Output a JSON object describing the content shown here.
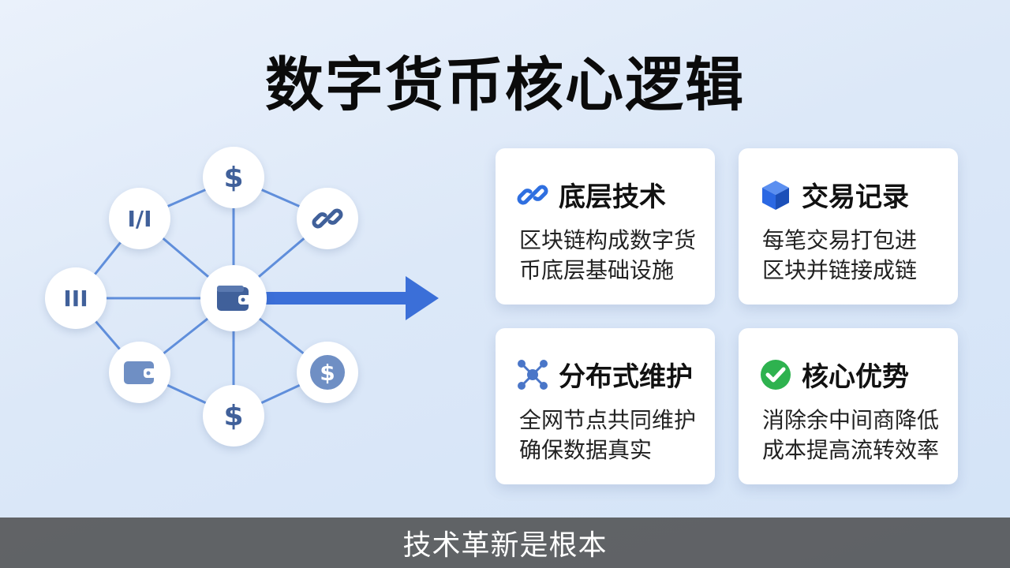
{
  "title": "数字货币核心逻辑",
  "network": {
    "nodes": [
      {
        "id": "top",
        "icon": "dollar-icon",
        "label": "$"
      },
      {
        "id": "upper-left",
        "icon": "tally-icon",
        "label": "Ⅰ/Ⅰ"
      },
      {
        "id": "upper-right",
        "icon": "chain-link-icon",
        "label": ""
      },
      {
        "id": "left",
        "icon": "ledger-icon",
        "label": "ⅠⅠⅠ"
      },
      {
        "id": "center",
        "icon": "wallet-icon",
        "label": ""
      },
      {
        "id": "lower-left",
        "icon": "wallet-icon",
        "label": ""
      },
      {
        "id": "lower-right",
        "icon": "coin-icon",
        "label": "$"
      },
      {
        "id": "bottom",
        "icon": "dollar-icon",
        "label": "$"
      }
    ],
    "arrow_icon": "arrow-right-icon",
    "line_color": "#4a7fd6",
    "arrow_color": "#3b6fd8"
  },
  "cards": [
    {
      "id": "tech",
      "icon": "chain-link-icon",
      "icon_color": "#2f6fe0",
      "title": "底层技术",
      "lines": [
        "区块链构成数字货",
        "币底层基础设施"
      ]
    },
    {
      "id": "record",
      "icon": "cube-icon",
      "icon_color": "#2b68e3",
      "title": "交易记录",
      "lines": [
        "每笔交易打包进",
        "区块并链接成链"
      ]
    },
    {
      "id": "distributed",
      "icon": "network-nodes-icon",
      "icon_color": "#4a76c8",
      "title": "分布式维护",
      "lines": [
        "全网节点共同维护",
        "确保数据真实"
      ]
    },
    {
      "id": "advantage",
      "icon": "check-circle-icon",
      "icon_color": "#2eb24f",
      "title": "核心优势",
      "lines": [
        "消除余中间商降低",
        "成本提高流转效率"
      ]
    }
  ],
  "subtitle": "技术革新是根本"
}
